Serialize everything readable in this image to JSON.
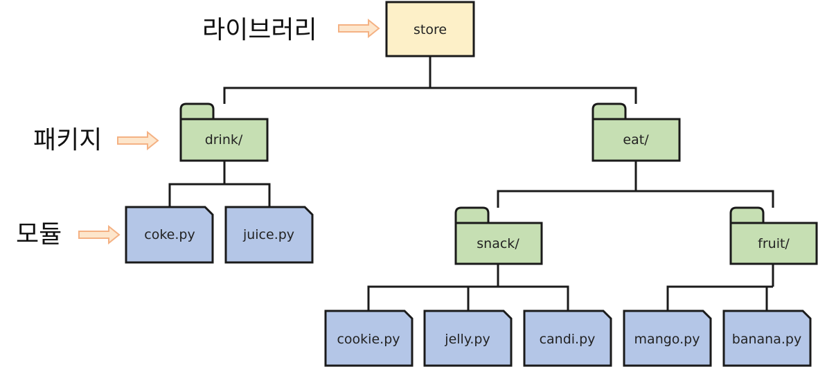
{
  "colors": {
    "library_fill": "#fdf0c8",
    "package_fill": "#c6dfb3",
    "module_fill": "#b4c6e7",
    "outline": "#1a1a1a",
    "arrow_fill": "#fde6cc",
    "arrow_stroke": "#f4b183"
  },
  "legend": {
    "library": "라이브러리",
    "package": "패키지",
    "module": "모듈"
  },
  "nodes": {
    "store": "store",
    "drink": "drink/",
    "eat": "eat/",
    "snack": "snack/",
    "fruit": "fruit/",
    "coke": "coke.py",
    "juice": "juice.py",
    "cookie": "cookie.py",
    "jelly": "jelly.py",
    "candi": "candi.py",
    "mango": "mango.py",
    "banana": "banana.py"
  }
}
